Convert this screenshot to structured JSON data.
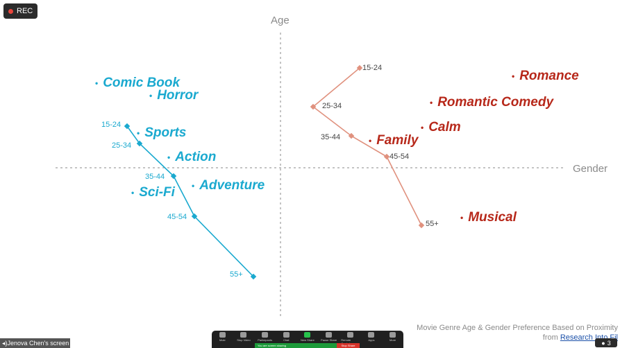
{
  "recording": {
    "label": "REC"
  },
  "axes": {
    "y_label": "Age",
    "x_label": "Gender"
  },
  "chart_data": {
    "type": "scatter",
    "x_label": "Gender",
    "y_label": "Age",
    "series": [
      {
        "color": "#1aa9cf",
        "points": [
          {
            "label": "15-24"
          },
          {
            "label": "25-34"
          },
          {
            "label": "35-44"
          },
          {
            "label": "45-54"
          },
          {
            "label": "55+"
          }
        ],
        "genres": [
          "Comic Book",
          "Horror",
          "Sports",
          "Action",
          "Adventure",
          "Sci-Fi"
        ]
      },
      {
        "color": "#b7281a",
        "points": [
          {
            "label": "15-24"
          },
          {
            "label": "25-34"
          },
          {
            "label": "35-44"
          },
          {
            "label": "45-54"
          },
          {
            "label": "55+"
          }
        ],
        "genres": [
          "Romance",
          "Romantic Comedy",
          "Calm",
          "Family",
          "Musical"
        ]
      }
    ]
  },
  "caption": {
    "line1": "Movie Genre Age & Gender Preference Based on Proximity",
    "from": "from",
    "link": "Research Into Fil"
  },
  "toolbar": {
    "items": [
      {
        "label": "Mute"
      },
      {
        "label": "Stop Video"
      },
      {
        "label": "Participants"
      },
      {
        "label": "Chat"
      },
      {
        "label": "New Share"
      },
      {
        "label": "Pause Share"
      },
      {
        "label": "Remote Control"
      },
      {
        "label": "Apps"
      },
      {
        "label": "More"
      }
    ],
    "share_status": "You are screen sharing",
    "stop_share": "Stop Share"
  },
  "screen_tag": "Jenova Chen's screen",
  "participants_count": "3",
  "colors": {
    "blue": "#1aa9cf",
    "red": "#b7281a",
    "red_line": "#e0917e",
    "axis": "#8a8a8a"
  }
}
